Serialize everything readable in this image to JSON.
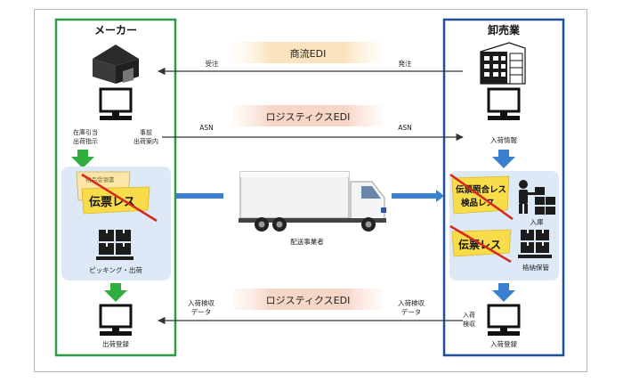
{
  "manufacturer": {
    "title": "メーカー",
    "instruct_label_line1": "在庫引当",
    "instruct_label_line2": "出荷指示",
    "notice_label_line1": "事前",
    "notice_label_line2": "出荷案内",
    "slip_old_text": "物品受領書",
    "slipless_text": "伝票レス",
    "picking_label": "ピッキング・出荷",
    "register_label": "出荷登録"
  },
  "wholesaler": {
    "title": "卸売業",
    "arrival_info_label": "入荷情報",
    "slipless_inspection_line1": "伝票照合レス",
    "slipless_inspection_line2": "検品レス",
    "warehouse_in_label": "入庫",
    "slipless_text": "伝票レス",
    "storage_label": "格納保管",
    "inspection_label_line1": "入荷",
    "inspection_label_line2": "検収",
    "register_label": "入荷登録"
  },
  "flows": {
    "commerce_edi": "商流EDI",
    "order_received": "受注",
    "order_placed": "発注",
    "logistics_edi_top": "ロジスティクスEDI",
    "asn_left": "ASN",
    "asn_right": "ASN",
    "logistics_edi_bottom": "ロジスティクスEDI",
    "inspection_data_left_line1": "入荷検収",
    "inspection_data_left_line2": "データ",
    "inspection_data_right_line1": "入荷検収",
    "inspection_data_right_line2": "データ"
  },
  "truck": {
    "label": "配送事業者"
  },
  "colors": {
    "manufacturer_border": "#2e9a45",
    "wholesaler_border": "#1f4f9a",
    "edi_band": "#fbe3bf",
    "logistics_band": "#f6d6c6",
    "panel_fill": "#dde9f6",
    "blue_arrow": "#3a7fd0",
    "green_arrow": "#2fae3e",
    "slip_yellow": "#f9dc4a",
    "slip_red": "#d7261e"
  }
}
